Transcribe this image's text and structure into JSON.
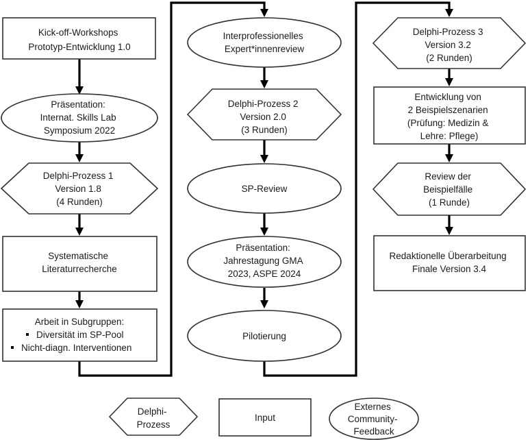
{
  "column1": {
    "kickoff": [
      "Kick-off-Workshops",
      "Prototyp-Entwicklung 1.0"
    ],
    "praesentation1": [
      "Präsentation:",
      "Internat. Skills Lab",
      "Symposium 2022"
    ],
    "delphi1": [
      "Delphi-Prozess 1",
      "Version 1.8",
      "(4 Runden)"
    ],
    "literatur": [
      "Systematische",
      "Literaturrecherche"
    ],
    "subgruppen": {
      "title": "Arbeit in Subgruppen:",
      "items": [
        "Diversität im SP-Pool",
        "Nicht-diagn. Interventionen"
      ]
    }
  },
  "column2": {
    "review": [
      "Interprofessionelles",
      "Expert*innenreview"
    ],
    "delphi2": [
      "Delphi-Prozess 2",
      "Version 2.0",
      "(3 Runden)"
    ],
    "spreview": [
      "SP-Review"
    ],
    "praesentation2": [
      "Präsentation:",
      "Jahrestagung GMA",
      "2023, ASPE 2024"
    ],
    "pilotierung": [
      "Pilotierung"
    ]
  },
  "column3": {
    "delphi3": [
      "Delphi-Prozess 3",
      "Version 3.2",
      "(2 Runden)"
    ],
    "entwicklung": [
      "Entwicklung von",
      "2 Beispielszenarien",
      "(Prüfung: Medizin &",
      "Lehre: Pflege)"
    ],
    "reviewfaelle": [
      "Review der",
      "Beispielfälle",
      "(1 Runde)"
    ],
    "redaktion": [
      "Redaktionelle Überarbeitung",
      "Finale Version 3.4"
    ]
  },
  "legend": {
    "delphi": [
      "Delphi-",
      "Prozess"
    ],
    "input": [
      "Input"
    ],
    "feedback": [
      "Externes",
      "Community-",
      "Feedback"
    ]
  }
}
